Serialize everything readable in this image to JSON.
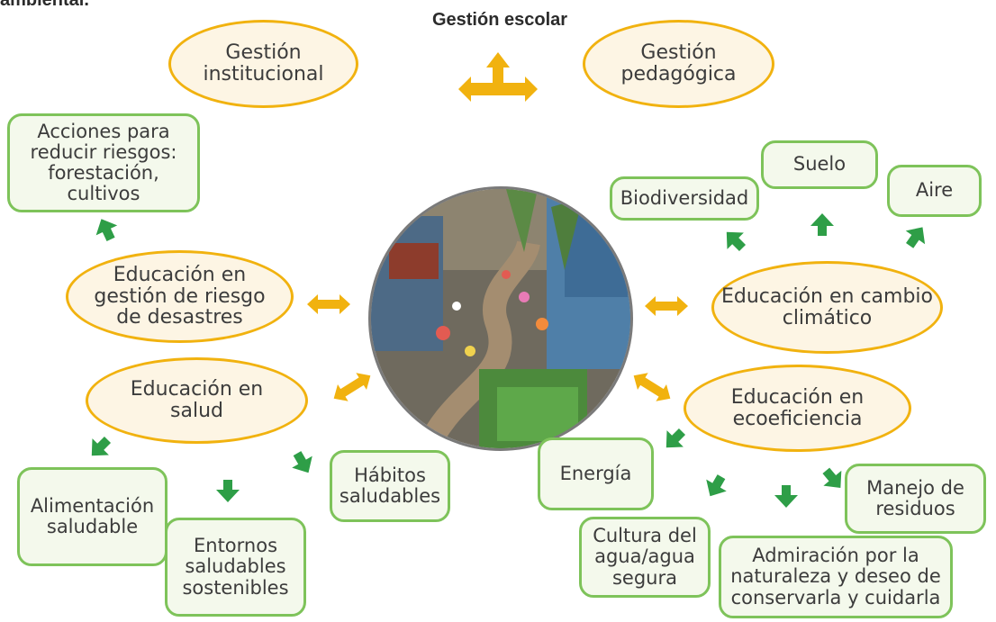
{
  "header": {
    "top_title": "ambiental.",
    "center_heading": "Gestión escolar"
  },
  "ovals": {
    "gestion_institucional": "Gestión\ninstitucional",
    "gestion_pedagogica": "Gestión\npedagógica",
    "riesgo": "Educación en\ngestión de riesgo\nde desastres",
    "salud": "Educación en\nsalud",
    "cambio_climatico": "Educación en cambio\nclimático",
    "ecoeficiencia": "Educación en\necoeficiencia"
  },
  "boxes": {
    "acciones": "Acciones para\nreducir riesgos:\nforestación,\ncultivos",
    "biodiversidad": "Biodiversidad",
    "suelo": "Suelo",
    "aire": "Aire",
    "alimentacion": "Alimentación\nsaludable",
    "entornos": "Entornos\nsaludables\nsostenibles",
    "habitos": "Hábitos\nsaludables",
    "energia": "Energía",
    "cultura_agua": "Cultura del\nagua/agua\nsegura",
    "admiracion": "Admiración  por la\nnaturaleza y deseo de\nconservarla y cuidarla",
    "manejo": "Manejo de\nresiduos"
  },
  "colors": {
    "orange": "#f1b20f",
    "green": "#7ec35a",
    "arrow_green": "#2e9e47",
    "oval_fill": "#fdf5e4"
  },
  "central_image": "school garden photograph"
}
